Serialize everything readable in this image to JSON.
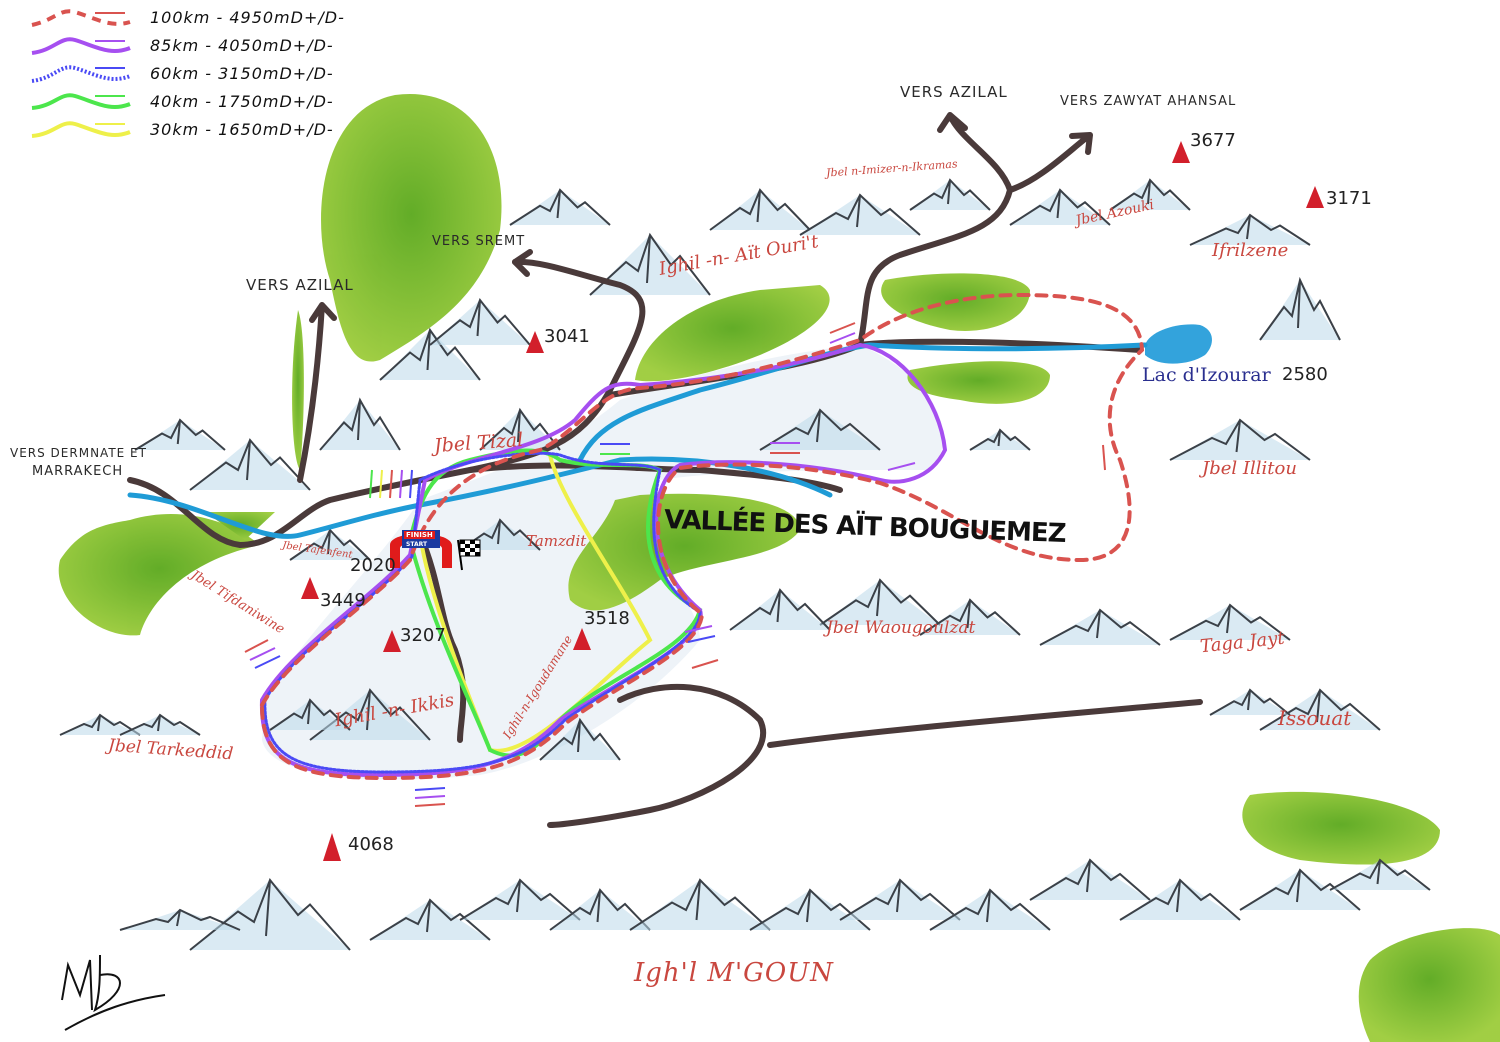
{
  "legend": [
    {
      "label": "100km - 4950mD+/D-",
      "color": "#d9534f",
      "style": "dashed"
    },
    {
      "label": "85km - 4050mD+/D-",
      "color": "#a64ff0",
      "style": "solid"
    },
    {
      "label": "60km - 3150mD+/D-",
      "color": "#4a4af5",
      "style": "dotted"
    },
    {
      "label": "40km - 1750mD+/D-",
      "color": "#4ce64c",
      "style": "solid"
    },
    {
      "label": "30km - 1650mD+/D-",
      "color": "#eef04a",
      "style": "solid"
    }
  ],
  "directions": {
    "azilal_north": "VERS AZILAL",
    "zawyat": "VERS ZAWYAT AHANSAL",
    "sremt": "VERS SREMT",
    "azilal_west": "VERS AZILAL",
    "dermnate_1": "VERS DERMNATE ET",
    "dermnate_2": "MARRAKECH"
  },
  "places": {
    "imizer": "Jbel n-Imizer-n-Ikramas",
    "ait_ourit": "Ighil -n- Aït Ouri't",
    "azouki": "Jbel Azouki",
    "ifrilzene": "Ifrilzene",
    "lake": "Lac d'Izourar",
    "illitou": "Jbel Illitou",
    "tizal": "Jbel Tizal",
    "valley": "VALLÉE DES AÏT BOUGUEMEZ",
    "tamzdit": "Tamzdit",
    "waougoulzat": "Jbel Waougoulzat",
    "tagajayt": "Taga Jayt",
    "issouat": "Issouat",
    "tafenfent": "Jbel Tafenfent",
    "tifdaniwine": "Jbel Tifdaniwine",
    "ikkis": "Ighil -n- Ikkis",
    "igoudamane": "Ighil-n-Igoudamane",
    "tarkeddid": "Jbel Tarkeddid",
    "mgoun": "Igh'l M'GOUN"
  },
  "altitudes": {
    "a3677": "3677",
    "a3171": "3171",
    "a3041": "3041",
    "lake": "2580",
    "a2020": "2020",
    "a3449": "3449",
    "a3207": "3207",
    "a3518": "3518",
    "a4068": "4068"
  },
  "start_arch": {
    "top": "FINISH",
    "bottom": "START"
  },
  "signature": "MB",
  "colors": {
    "river": "#1f9bd6",
    "road": "#4a3a3a",
    "forest": "#7fbf2a",
    "summit": "#d21f2b",
    "label": "#c9473f"
  }
}
